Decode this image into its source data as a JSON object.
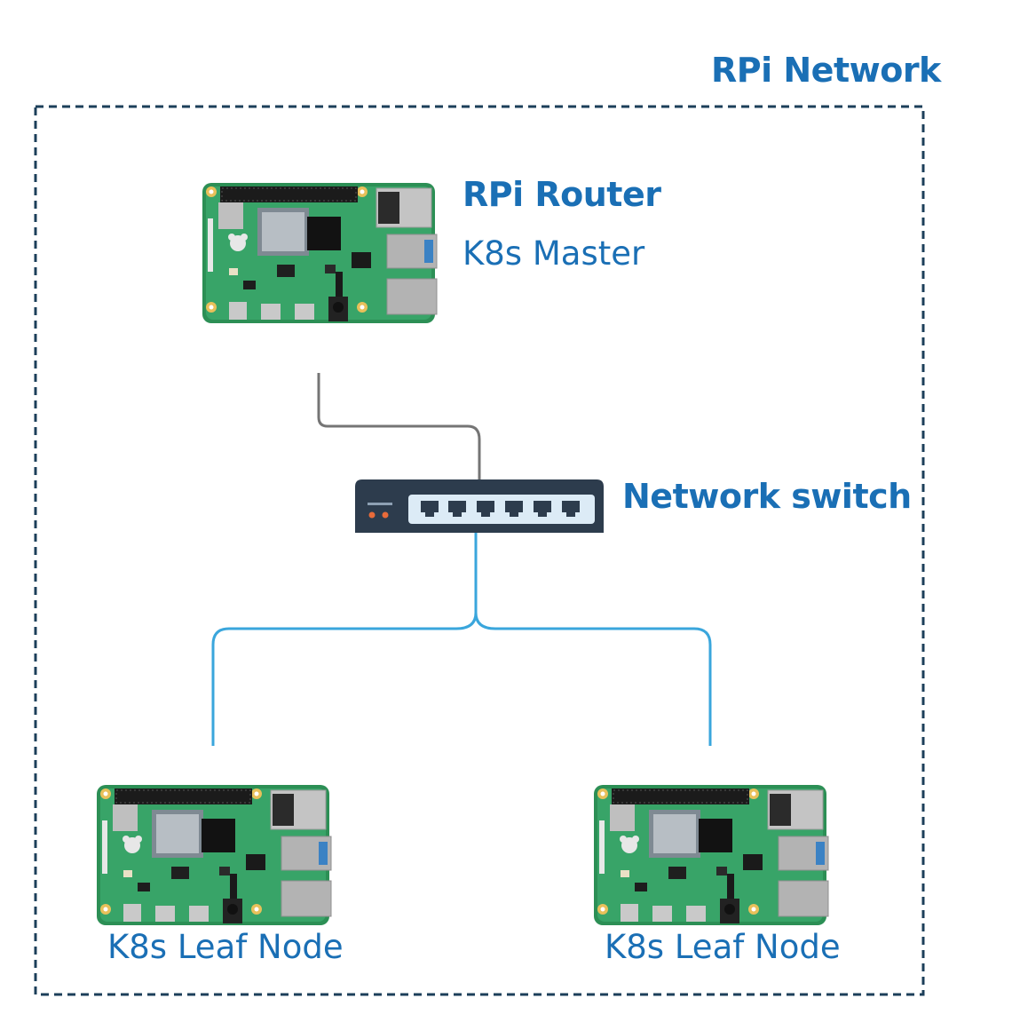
{
  "network": {
    "title": "RPi Network"
  },
  "router": {
    "title": "RPi Router",
    "role": "K8s Master"
  },
  "switch": {
    "label": "Network switch",
    "ports": 6
  },
  "leaves": [
    {
      "label": "K8s Leaf Node"
    },
    {
      "label": "K8s Leaf Node"
    }
  ],
  "colors": {
    "text": "#1a6fb5",
    "boundary": "#1c3f5a",
    "uplink_cable": "#757575",
    "leaf_cable": "#3aa6dc",
    "board": "#2c8f55",
    "switch_body": "#2d3c4d",
    "switch_panel": "#dcebf6"
  },
  "icons": {
    "board": "raspberry-pi-board-icon",
    "switch": "network-switch-icon"
  }
}
